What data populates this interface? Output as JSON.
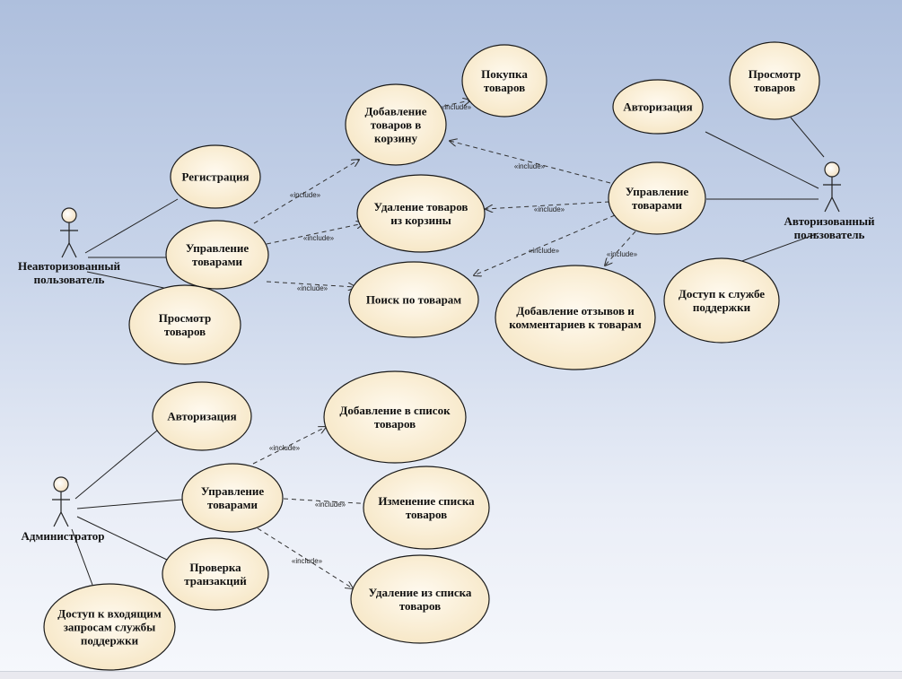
{
  "stereotype": "«include»",
  "actors": [
    {
      "id": "unauth",
      "lines": [
        "Неавторизованный",
        "пользователь"
      ]
    },
    {
      "id": "auth",
      "lines": [
        "Авторизованный",
        "пользователь"
      ]
    },
    {
      "id": "admin",
      "lines": [
        "Администратор"
      ]
    }
  ],
  "usecases": [
    {
      "id": "reg",
      "lines": [
        "Регистрация"
      ]
    },
    {
      "id": "upr1",
      "lines": [
        "Управление",
        "товарами"
      ]
    },
    {
      "id": "view1",
      "lines": [
        "Просмотр",
        "товаров"
      ]
    },
    {
      "id": "addcart",
      "lines": [
        "Добавление",
        "товаров в",
        "корзину"
      ]
    },
    {
      "id": "buy",
      "lines": [
        "Покупка",
        "товаров"
      ]
    },
    {
      "id": "delcart",
      "lines": [
        "Удаление товаров",
        "из корзины"
      ]
    },
    {
      "id": "search",
      "lines": [
        "Поиск по товарам"
      ]
    },
    {
      "id": "review",
      "lines": [
        "Добавление отзывов и",
        "комментариев к товарам"
      ]
    },
    {
      "id": "upr2",
      "lines": [
        "Управление",
        "товарами"
      ]
    },
    {
      "id": "authz1",
      "lines": [
        "Авторизация"
      ]
    },
    {
      "id": "view2",
      "lines": [
        "Просмотр",
        "товаров"
      ]
    },
    {
      "id": "support",
      "lines": [
        "Доступ к службе",
        "поддержки"
      ]
    },
    {
      "id": "authz2",
      "lines": [
        "Авторизация"
      ]
    },
    {
      "id": "upr3",
      "lines": [
        "Управление",
        "товарами"
      ]
    },
    {
      "id": "addlist",
      "lines": [
        "Добавление в список",
        "товаров"
      ]
    },
    {
      "id": "chglist",
      "lines": [
        "Изменение списка",
        "товаров"
      ]
    },
    {
      "id": "dellist",
      "lines": [
        "Удаление из списка",
        "товаров"
      ]
    },
    {
      "id": "trans",
      "lines": [
        "Проверка",
        "транзакций"
      ]
    },
    {
      "id": "inbox",
      "lines": [
        "Доступ к входящим",
        "запросам службы",
        "поддержки"
      ]
    }
  ],
  "associations": [
    [
      "unauth",
      "reg"
    ],
    [
      "unauth",
      "upr1"
    ],
    [
      "unauth",
      "view1"
    ],
    [
      "auth",
      "upr2"
    ],
    [
      "auth",
      "authz1"
    ],
    [
      "auth",
      "view2"
    ],
    [
      "auth",
      "support"
    ],
    [
      "admin",
      "authz2"
    ],
    [
      "admin",
      "upr3"
    ],
    [
      "admin",
      "trans"
    ],
    [
      "admin",
      "inbox"
    ]
  ],
  "includes": [
    [
      "upr1",
      "addcart"
    ],
    [
      "upr1",
      "delcart"
    ],
    [
      "upr1",
      "search"
    ],
    [
      "addcart",
      "buy"
    ],
    [
      "upr2",
      "addcart"
    ],
    [
      "upr2",
      "delcart"
    ],
    [
      "upr2",
      "search"
    ],
    [
      "upr2",
      "review"
    ],
    [
      "upr3",
      "addlist"
    ],
    [
      "upr3",
      "chglist"
    ],
    [
      "upr3",
      "dellist"
    ]
  ]
}
